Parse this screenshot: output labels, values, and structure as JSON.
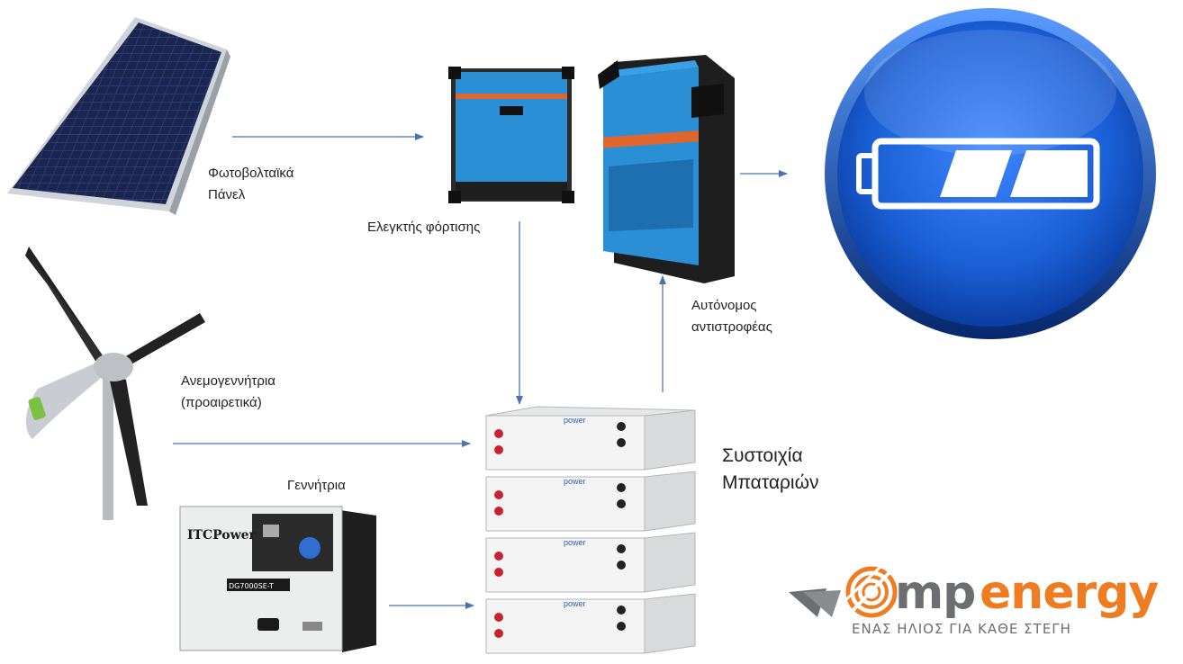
{
  "labels": {
    "solar_line1": "Φωτοβολταϊκά",
    "solar_line2": "Πάνελ",
    "charge_controller": "Ελεγκτής φόρτισης",
    "inverter_line1": "Αυτόνομος",
    "inverter_line2": "αντιστροφέας",
    "wind_line1": "Ανεμογεννήτρια",
    "wind_line2": "(προαιρετικά)",
    "generator": "Γεννήτρια",
    "battery_line1": "Συστοιχία",
    "battery_line2": "Μπαταριών"
  },
  "devices": {
    "battery_module_brand": "power",
    "generator_brand": "ITCPower",
    "generator_model": "DG7000SE-T"
  },
  "logo": {
    "brand_mp": "mp",
    "brand_energy": "energy",
    "tagline": "ΕΝΑΣ ΗΛΙΟΣ ΓΙΑ ΚΑΘΕ ΣΤΕΓΗ"
  },
  "colors": {
    "arrow": "#4a72b5",
    "victron_blue": "#2b8fd6",
    "icon_blue": "#1a5fd6",
    "logo_orange": "#f07c22",
    "logo_gray": "#6d6e71"
  }
}
